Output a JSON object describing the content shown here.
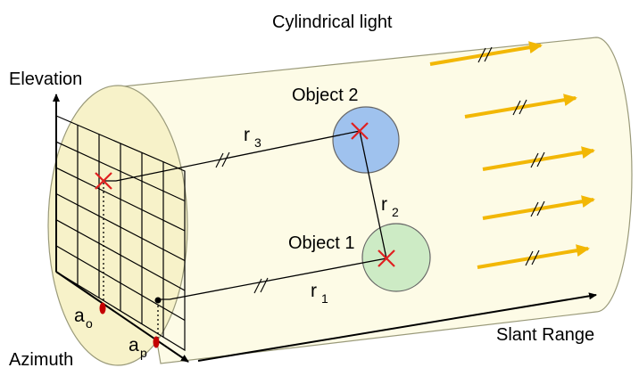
{
  "labels": {
    "cylinder": "Cylindrical light",
    "elevation": "Elevation",
    "azimuth": "Azimuth",
    "slant_range": "Slant Range",
    "object1": "Object 1",
    "object2": "Object 2",
    "r": "r",
    "r1_sub": "1",
    "r2_sub": "2",
    "r3_sub": "3",
    "a": "a",
    "ao_sub": "o",
    "ap_sub": "p"
  },
  "colors": {
    "cylinder_fill": "#fdfbe6",
    "cylinder_stroke": "#9a9a7a",
    "object1_fill": "#cdebc5",
    "object2_fill": "#9fc2ee",
    "marker_cross": "#e02020",
    "arrow": "#f2b705",
    "azimuth_marker": "#c40000"
  },
  "icons": {
    "object_marker": "red-x-cross",
    "light_direction": "yellow-arrow",
    "sensor_grid": "grid-plane"
  }
}
